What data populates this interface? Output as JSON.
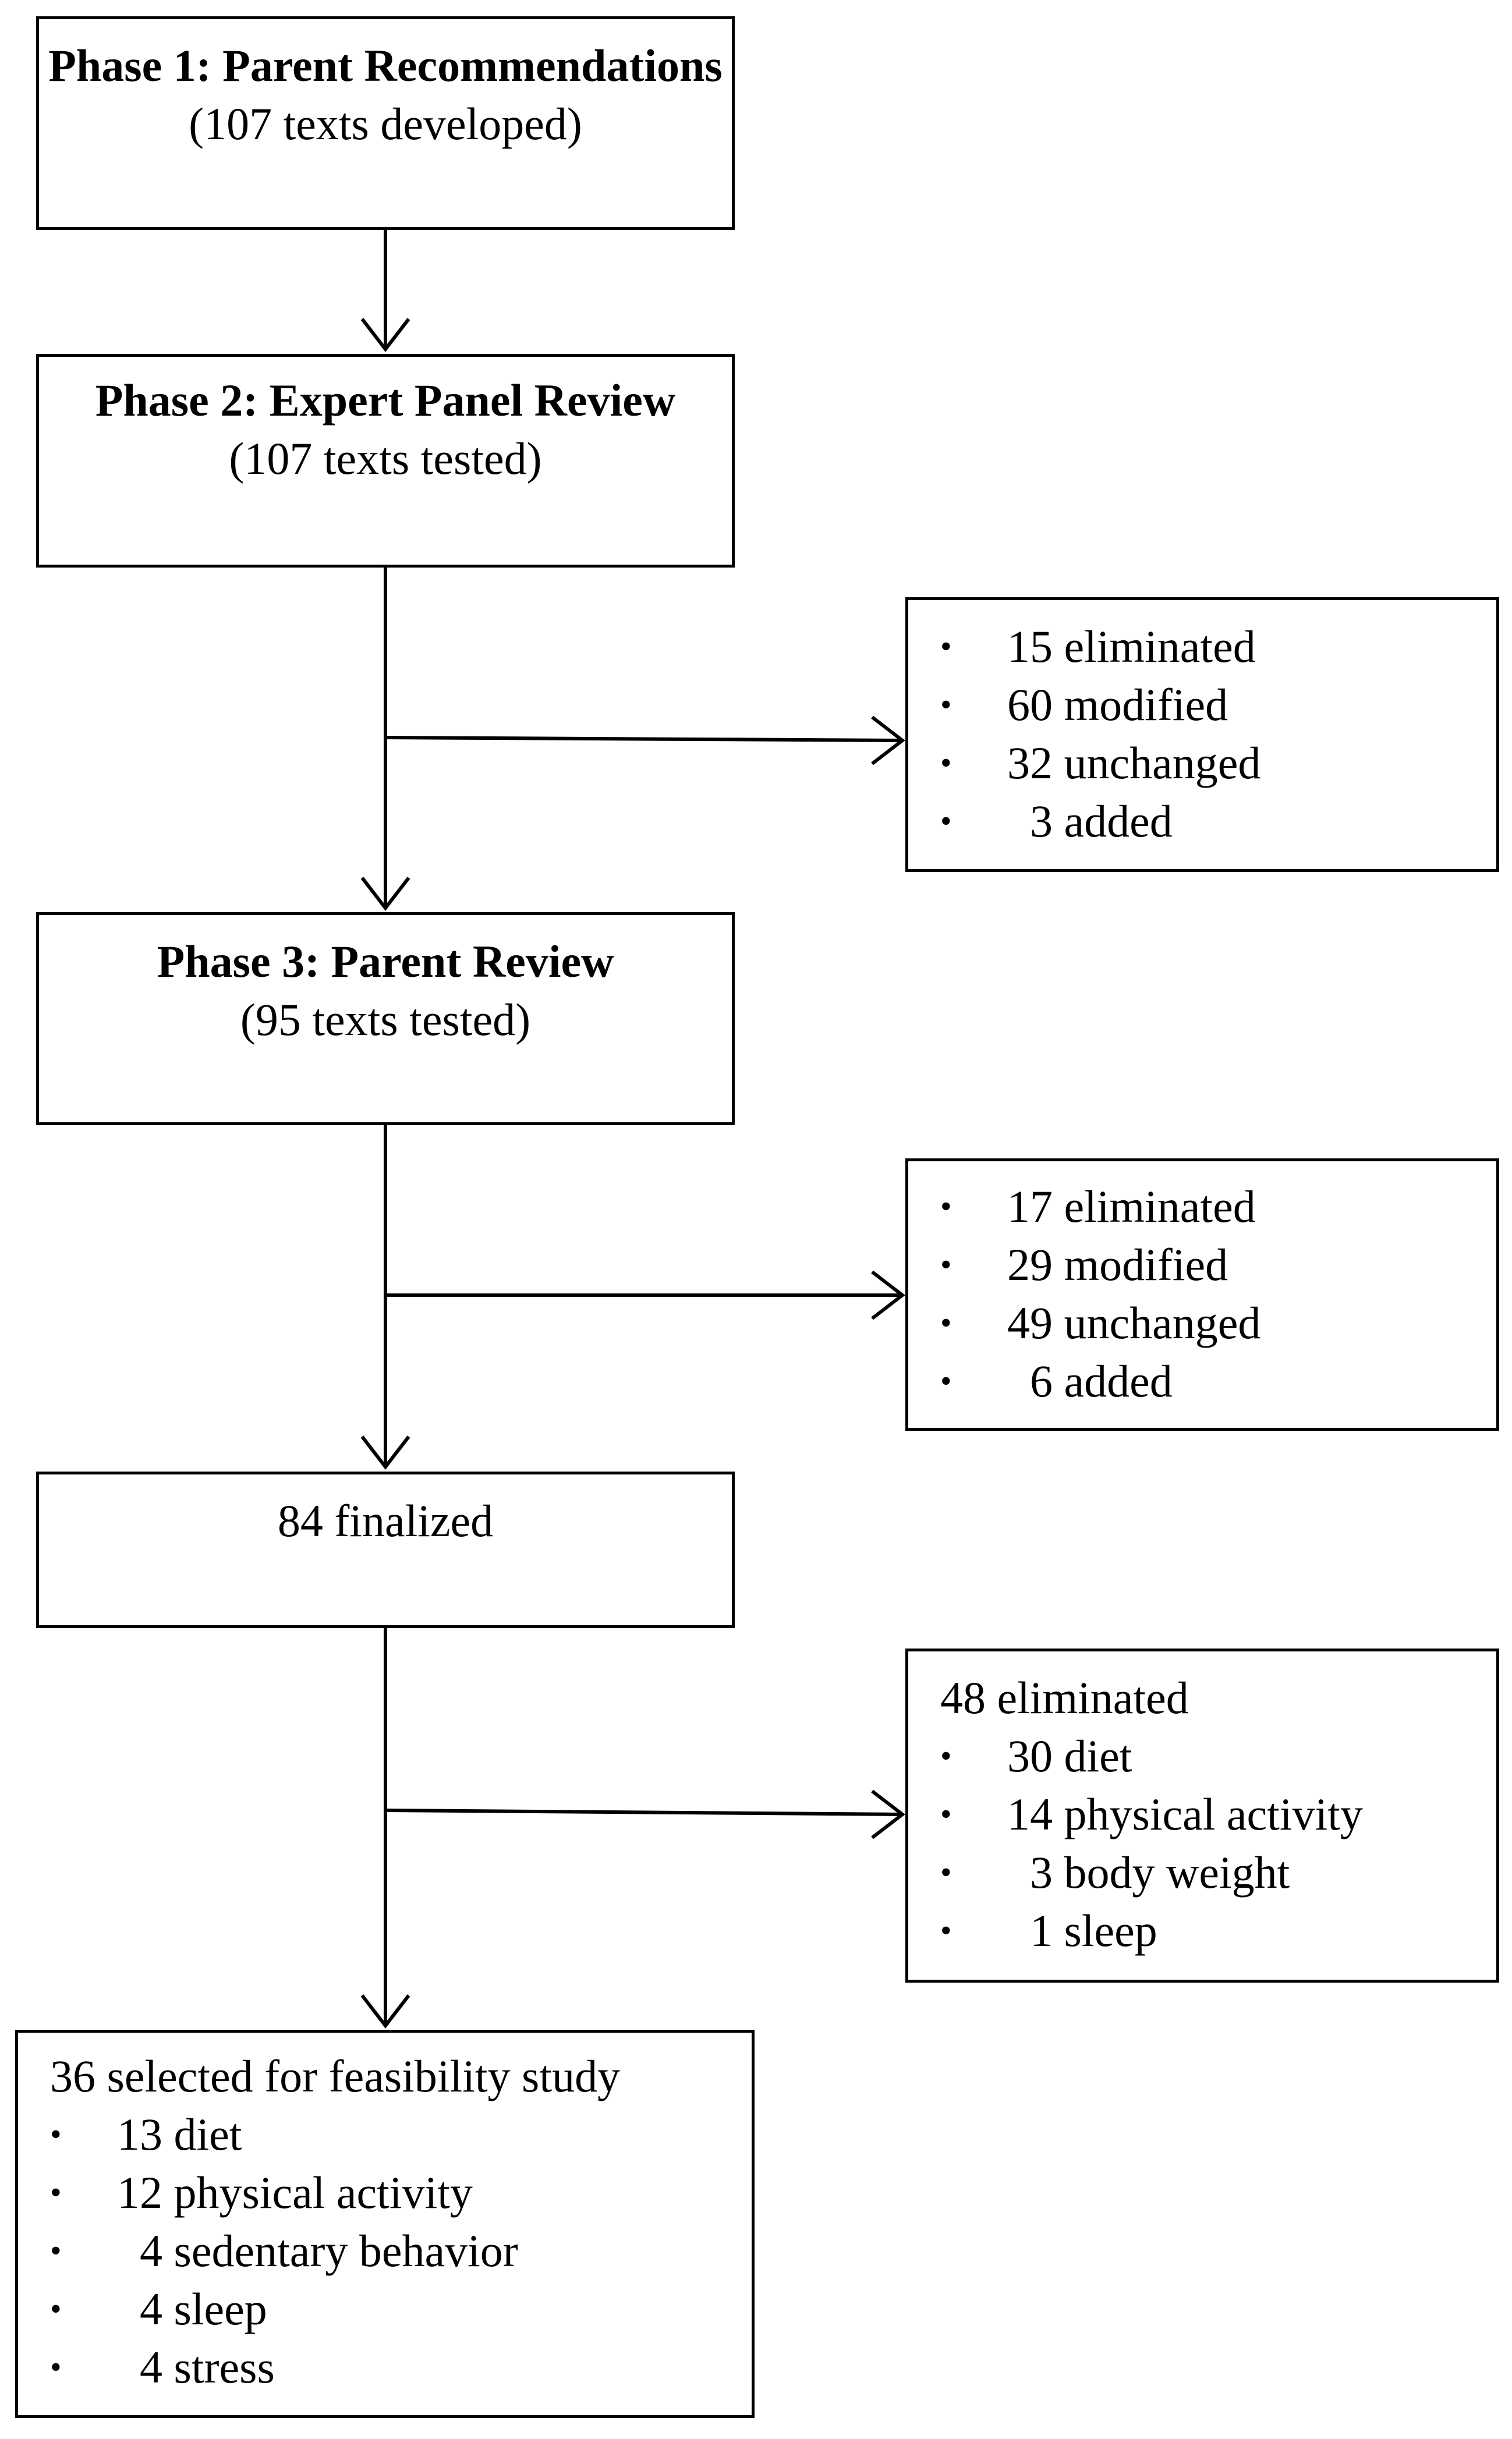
{
  "phase1": {
    "title": "Phase 1: Parent Recommendations",
    "subtitle": "(107 texts developed)"
  },
  "phase2": {
    "title": "Phase 2: Expert Panel Review",
    "subtitle": "(107 texts tested)"
  },
  "phase3": {
    "title": "Phase 3: Parent Review",
    "subtitle": "(95 texts tested)"
  },
  "finalized": {
    "label": "84 finalized"
  },
  "phase2_outcomes": {
    "items": [
      "15 eliminated",
      "60 modified",
      "32 unchanged",
      "  3 added"
    ]
  },
  "phase3_outcomes": {
    "items": [
      "17 eliminated",
      "29 modified",
      "49 unchanged",
      "  6 added"
    ]
  },
  "eliminated_breakdown": {
    "heading": "48 eliminated",
    "items": [
      "30 diet",
      "14 physical activity",
      "  3 body weight",
      "  1 sleep"
    ]
  },
  "selected": {
    "heading": "36 selected for feasibility study",
    "items": [
      "13 diet",
      "12 physical activity",
      "  4 sedentary behavior",
      "  4 sleep",
      "  4 stress"
    ]
  },
  "colors": {
    "line": "#000000",
    "background": "#ffffff"
  }
}
